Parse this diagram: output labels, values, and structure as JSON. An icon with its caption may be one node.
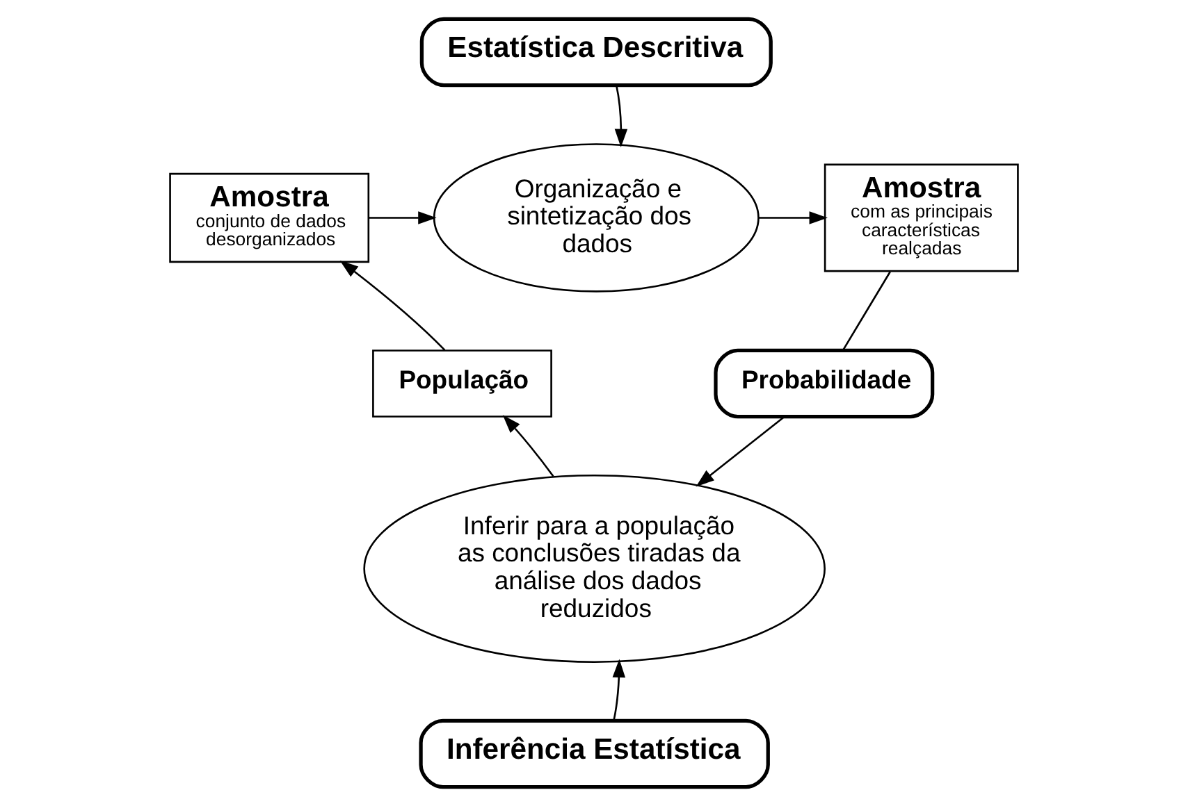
{
  "diagram": {
    "nodes": [
      {
        "text": [
          "Estatística Descritiva"
        ]
      },
      {
        "text": [
          "Amostra",
          "conjunto de dados desorganizados"
        ]
      },
      {
        "text": [
          "Organização e sintetização dos dados"
        ]
      },
      {
        "text": [
          "Amostra",
          "com as principais características realçadas"
        ]
      },
      {
        "text": [
          "Probabilidade"
        ]
      },
      {
        "text": [
          "Inferir para a população as conclusões tiradas da análise dos dados reduzidos"
        ]
      },
      {
        "text": [
          "População"
        ]
      },
      {
        "text": [
          "Inferência Estatística"
        ]
      }
    ],
    "edges": [
      {
        "from": 0,
        "to": 2,
        "arrow": "to"
      },
      {
        "from": 1,
        "to": 2,
        "arrow": "to"
      },
      {
        "from": 2,
        "to": 3,
        "arrow": "to"
      },
      {
        "from": 3,
        "to": 4,
        "arrow": "none"
      },
      {
        "from": 4,
        "to": 5,
        "arrow": "to"
      },
      {
        "from": 5,
        "to": 6,
        "arrow": "to"
      },
      {
        "from": 6,
        "to": 1,
        "arrow": "to"
      },
      {
        "from": 7,
        "to": 5,
        "arrow": "to"
      }
    ]
  }
}
